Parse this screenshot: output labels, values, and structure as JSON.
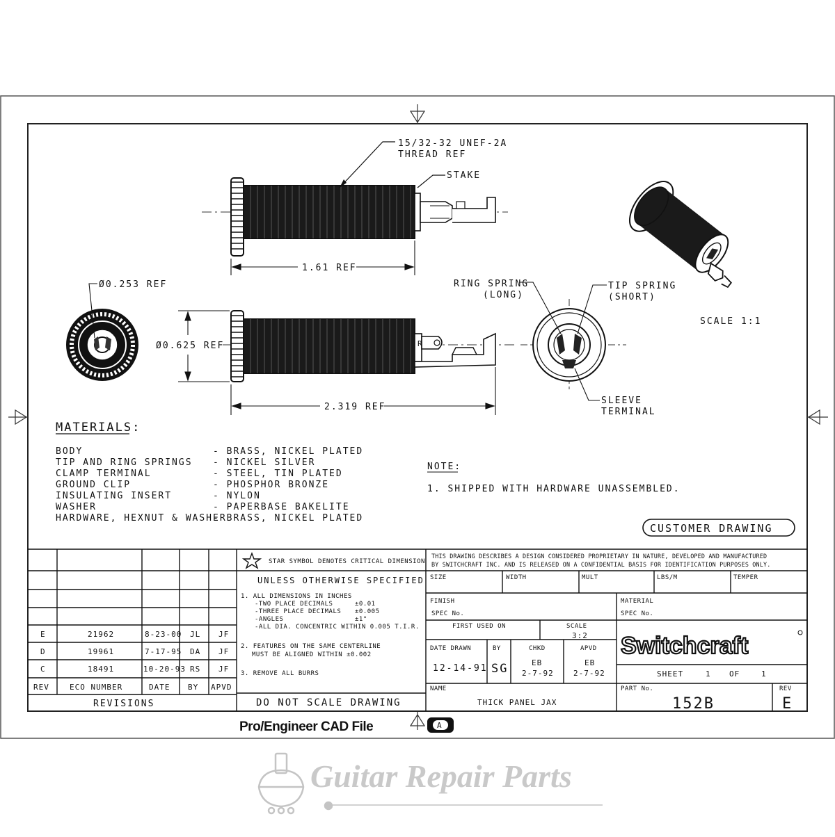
{
  "callouts": {
    "thread_line1": "15/32-32 UNEF-2A",
    "thread_line2": "THREAD REF",
    "stake": "STAKE",
    "len_161": "1.61 REF",
    "dia_0253": "Ø0.253 REF",
    "dia_0625": "Ø0.625 REF",
    "len_2319": "2.319 REF",
    "ring_spring_1": "RING SPRING",
    "ring_spring_2": "(LONG)",
    "tip_spring_1": "TIP SPRING",
    "tip_spring_2": "(SHORT)",
    "sleeve_1": "SLEEVE",
    "sleeve_2": "TERMINAL",
    "scale": "SCALE  1:1",
    "r_mark": "R"
  },
  "materials": {
    "heading": "MATERIALS:",
    "rows": [
      {
        "part": "BODY",
        "mat": "- BRASS, NICKEL PLATED"
      },
      {
        "part": "TIP AND RING SPRINGS",
        "mat": "- NICKEL SILVER"
      },
      {
        "part": "CLAMP TERMINAL",
        "mat": "- STEEL, TIN PLATED"
      },
      {
        "part": "GROUND CLIP",
        "mat": "- PHOSPHOR BRONZE"
      },
      {
        "part": "INSULATING INSERT",
        "mat": "- NYLON"
      },
      {
        "part": "WASHER",
        "mat": "- PAPERBASE BAKELITE"
      },
      {
        "part": "HARDWARE, HEXNUT & WASHER",
        "mat": "- BRASS, NICKEL PLATED"
      }
    ]
  },
  "note": {
    "heading": "NOTE:",
    "line1": "1. SHIPPED WITH HARDWARE UNASSEMBLED."
  },
  "customer_drawing": "CUSTOMER DRAWING",
  "revisions": {
    "rows": [
      {
        "rev": "E",
        "eco": "21962",
        "date": "8-23-00",
        "by": "JL",
        "apvd": "JF"
      },
      {
        "rev": "D",
        "eco": "19961",
        "date": "7-17-95",
        "by": "DA",
        "apvd": "JF"
      },
      {
        "rev": "C",
        "eco": "18491",
        "date": "10-20-93",
        "by": "RS",
        "apvd": "JF"
      }
    ],
    "headers": {
      "rev": "REV",
      "eco": "ECO NUMBER",
      "date": "DATE",
      "by": "BY",
      "apvd": "APVD"
    },
    "title": "REVISIONS"
  },
  "spec": {
    "star_note": "STAR SYMBOL DENOTES CRITICAL DIMENSION",
    "unless": "UNLESS OTHERWISE SPECIFIED",
    "l1": "1. ALL DIMENSIONS IN INCHES",
    "l2": "-TWO PLACE DECIMALS",
    "l2v": "±0.01",
    "l3": "-THREE PLACE DECIMALS",
    "l3v": "±0.005",
    "l4": "-ANGLES",
    "l4v": "±1°",
    "l5": "-ALL DIA. CONCENTRIC WITHIN 0.005 T.I.R.",
    "l6": "2. FEATURES ON THE SAME CENTERLINE",
    "l7": "MUST BE ALIGNED WITHIN ±0.002",
    "l8": "3. REMOVE ALL BURRS",
    "do_not_scale": "DO NOT SCALE DRAWING"
  },
  "title_block": {
    "disclaimer1": "THIS DRAWING DESCRIBES A DESIGN CONSIDERED PROPRIETARY IN NATURE, DEVELOPED AND MANUFACTURED",
    "disclaimer2": "BY SWITCHCRAFT INC. AND IS RELEASED ON A CONFIDENTIAL BASIS FOR IDENTIFICATION PURPOSES ONLY.",
    "size": "SIZE",
    "width": "WIDTH",
    "mult": "MULT",
    "lbs": "LBS/M",
    "temper": "TEMPER",
    "finish": "FINISH",
    "spec_no": "SPEC No.",
    "material": "MATERIAL",
    "spec_no2": "SPEC No.",
    "first_used": "FIRST USED ON",
    "scale_label": "SCALE",
    "scale_value": "3:2",
    "date_drawn_label": "DATE DRAWN",
    "date_drawn": "12-14-91",
    "by_label": "BY",
    "by": "SG",
    "chkd_label": "CHKD",
    "chkd_1": "EB",
    "chkd_2": "2-7-92",
    "apvd_label": "APVD",
    "apvd_1": "EB",
    "apvd_2": "2-7-92",
    "logo": "Switchcraft",
    "sheet_label": "SHEET",
    "sheet_num": "1",
    "of_label": "OF",
    "sheet_total": "1",
    "name_label": "NAME",
    "name": "THICK PANEL JAX",
    "part_label": "PART No.",
    "part": "152B",
    "rev_label": "REV",
    "rev": "E"
  },
  "footer": {
    "cad": "Pro/Engineer CAD File",
    "sheet_size": "A"
  },
  "watermark": "Guitar Repair Parts"
}
